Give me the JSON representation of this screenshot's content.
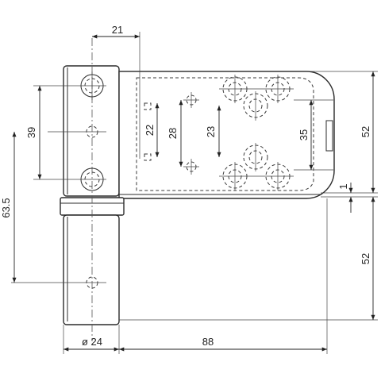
{
  "drawing": {
    "dimensions": {
      "d21": "21",
      "d39": "39",
      "d22": "22",
      "d28": "28",
      "d23": "23",
      "d35": "35",
      "d52_top": "52",
      "d1": "1",
      "d52_bottom": "52",
      "d63_5": "63.5",
      "d_diameter": "ø 24",
      "d88": "88"
    }
  }
}
